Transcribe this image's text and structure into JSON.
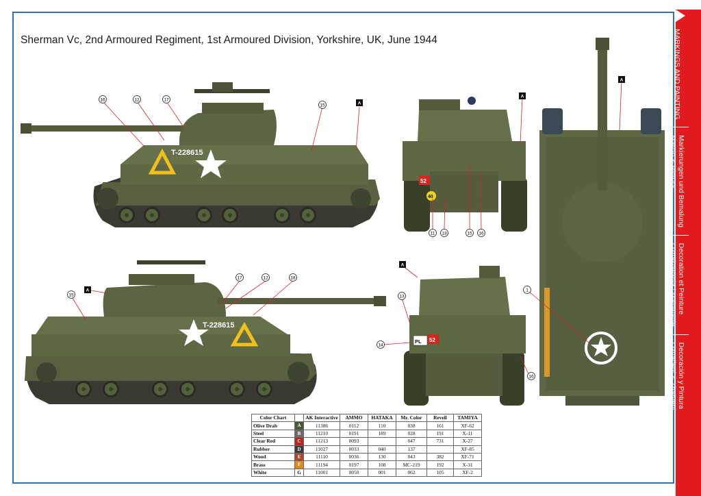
{
  "title": "Sherman Vc, 2nd Armoured Regiment, 1st Armoured Division, Yorkshire, UK, June 1944",
  "ribbon": {
    "lines": [
      [
        "MARKINGS AND PAINTING"
      ],
      [
        "Markierungen und Bemalung",
        "Marcio & Pintura"
      ],
      [
        "Decoration et Peinture",
        "Oznakowania i Malowanie"
      ],
      [
        "Decoración y Pintura",
        "Označení & Zbarvení"
      ]
    ]
  },
  "markings": {
    "serial": "T-228615",
    "bridge": "52",
    "bridge2": "40",
    "plate": "PL",
    "views": [
      "A",
      "A",
      "A",
      "A"
    ]
  },
  "callouts": [
    "16",
    "12",
    "17",
    "15",
    "A",
    "11",
    "13",
    "15",
    "16",
    "17",
    "12",
    "18",
    "15",
    "A",
    "13",
    "14",
    "16",
    "1",
    "A"
  ],
  "color_chart": {
    "headers": [
      "Color Chart",
      "",
      "AK Interactive",
      "AMMO",
      "HATAKA",
      "Mr. Color",
      "Revell",
      "TAMIYA"
    ],
    "rows": [
      {
        "name": "Olive Drab",
        "code": "A",
        "color": "#4b5a33",
        "ak": "11386",
        "ammo": "0112",
        "hataka": "110",
        "mrcolor": "038",
        "revell": "161",
        "tamiya": "XF-62"
      },
      {
        "name": "Steel",
        "code": "B",
        "color": "#6c6c6c",
        "ak": "11210",
        "ammo": "0191",
        "hataka": "189",
        "mrcolor": "028",
        "revell": "191",
        "tamiya": "X-11"
      },
      {
        "name": "Clear Red",
        "code": "C",
        "color": "#c0241c",
        "ak": "11213",
        "ammo": "0093",
        "hataka": "",
        "mrcolor": "047",
        "revell": "731",
        "tamiya": "X-27"
      },
      {
        "name": "Rubber",
        "code": "D",
        "color": "#3b3b3b",
        "ak": "11027",
        "ammo": "0033",
        "hataka": "040",
        "mrcolor": "137",
        "revell": "",
        "tamiya": "XF-85"
      },
      {
        "name": "Wood",
        "code": "E",
        "color": "#b0452e",
        "ak": "11110",
        "ammo": "0036",
        "hataka": "130",
        "mrcolor": "043",
        "revell": "382",
        "tamiya": "XF-71"
      },
      {
        "name": "Brass",
        "code": "F",
        "color": "#e08a1e",
        "ak": "11194",
        "ammo": "0197",
        "hataka": "108",
        "mrcolor": "MC-219",
        "revell": "192",
        "tamiya": "X-31"
      },
      {
        "name": "White",
        "code": "G",
        "color": "#ffffff",
        "ak": "11001",
        "ammo": "0050",
        "hataka": "001",
        "mrcolor": "062",
        "revell": "105",
        "tamiya": "XF-2"
      }
    ]
  }
}
